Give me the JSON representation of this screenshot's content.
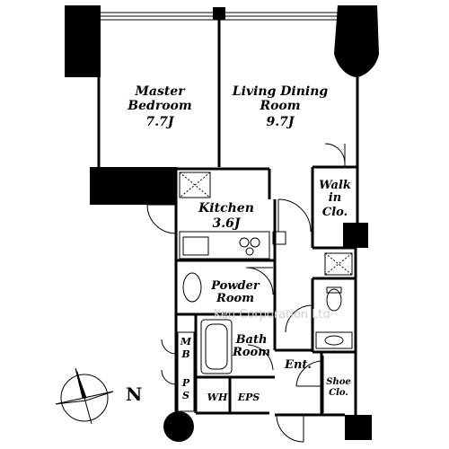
{
  "rooms": {
    "master_bedroom": {
      "line1": "Master",
      "line2": "Bedroom",
      "size": "7.7J"
    },
    "living_dining": {
      "line1": "Living Dining",
      "line2": "Room",
      "size": "9.7J"
    },
    "kitchen": {
      "line1": "Kitchen",
      "size": "3.6J"
    },
    "walk_in": {
      "line1": "Walk",
      "line2": "in",
      "line3": "Clo."
    },
    "powder": {
      "line1": "Powder",
      "line2": "Room"
    },
    "bath": {
      "line1": "Bath",
      "line2": "Room"
    },
    "entrance": {
      "label": "Ent."
    },
    "shoe": {
      "line1": "Shoe",
      "line2": "Clo."
    },
    "mb": {
      "line1": "M",
      "line2": "B"
    },
    "ps": {
      "line1": "P",
      "line2": "S"
    },
    "wh": {
      "label": "WH"
    },
    "eps": {
      "label": "EPS"
    }
  },
  "compass": {
    "label": "N"
  },
  "watermark": {
    "text": "Ken Corporation Ltd"
  }
}
